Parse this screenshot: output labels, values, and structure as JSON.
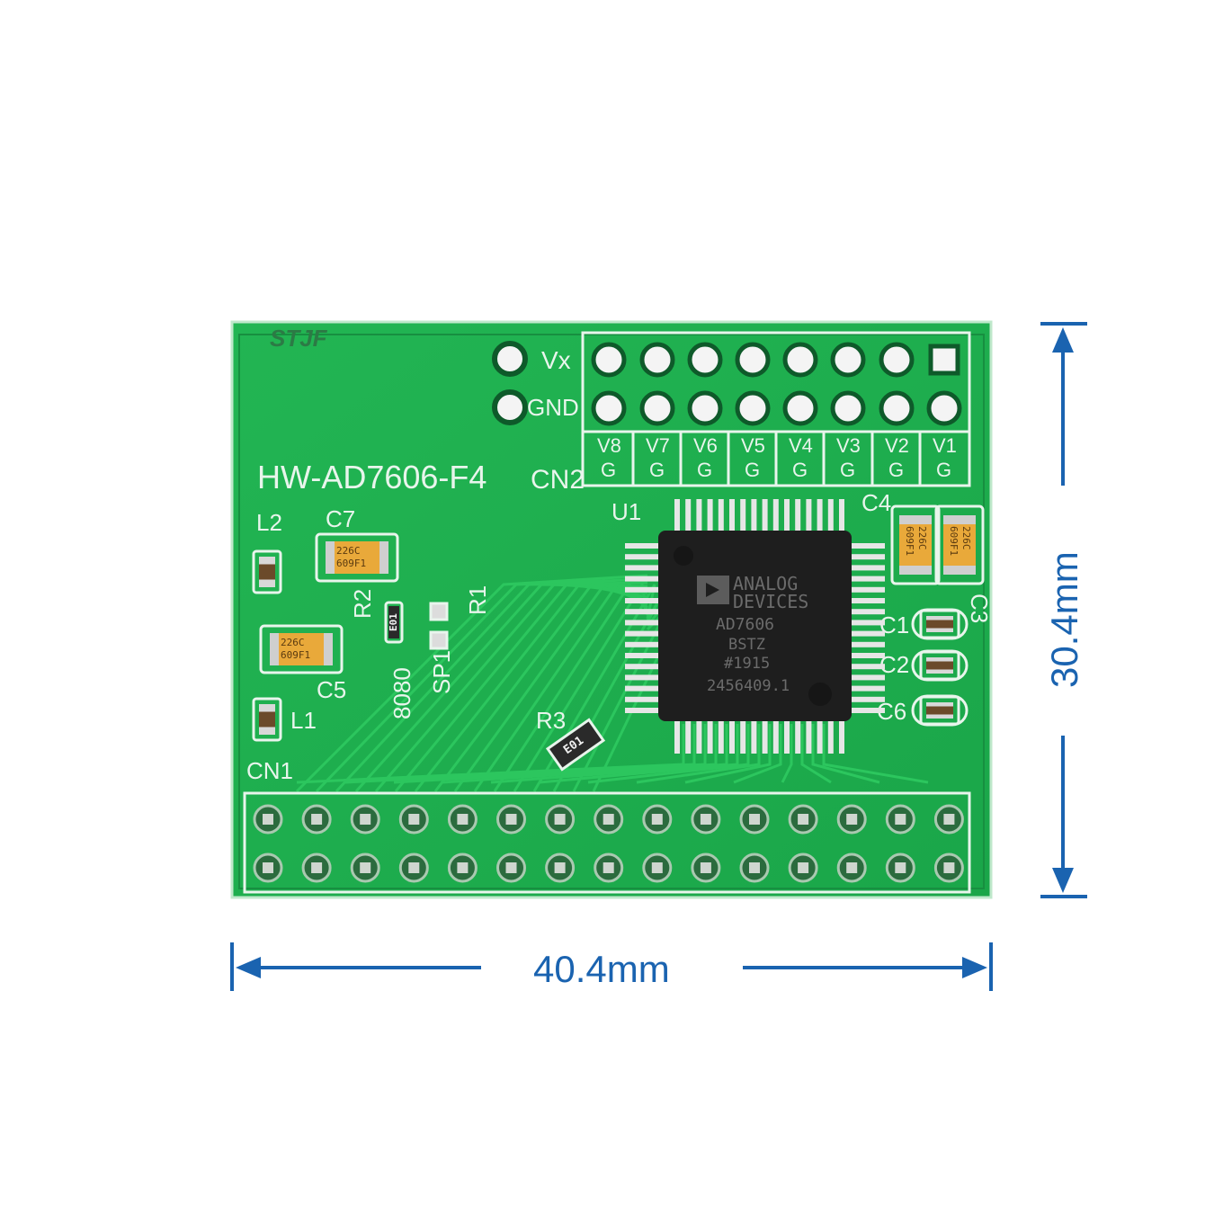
{
  "board": {
    "watermark": "STJF",
    "model": "HW-AD7606-F4",
    "cn2_label": "CN2",
    "cn1_label": "CN1",
    "vx_label": "Vx",
    "gnd_label": "GND",
    "channel_labels": [
      "V8",
      "V7",
      "V6",
      "V5",
      "V4",
      "V3",
      "V2",
      "V1"
    ],
    "ground_label": "G",
    "u1_label": "U1",
    "components": {
      "c4": "C4",
      "c3": "C3",
      "c7": "C7",
      "l2": "L2",
      "r2": "R2",
      "r1": "R1",
      "c5": "C5",
      "l1": "L1",
      "mode_8080": "8080",
      "sp1": "SP1",
      "r3": "R3",
      "c1": "C1",
      "c2": "C2",
      "c6": "C6"
    },
    "cap_marking_1": "226C",
    "cap_marking_2": "609F1",
    "resistor_marking": "E01"
  },
  "chip": {
    "brand_line1": "ANALOG",
    "brand_line2": "DEVICES",
    "part": "AD7606",
    "suffix": "BSTZ",
    "date": "#1915",
    "lot": "2456409.1"
  },
  "dimensions": {
    "width": "40.4mm",
    "height": "30.4mm"
  },
  "colors": {
    "pcb": "#1fae4e",
    "silk": "#e8f5ec",
    "dimension": "#1a63b0",
    "chip": "#1e1e1e"
  }
}
